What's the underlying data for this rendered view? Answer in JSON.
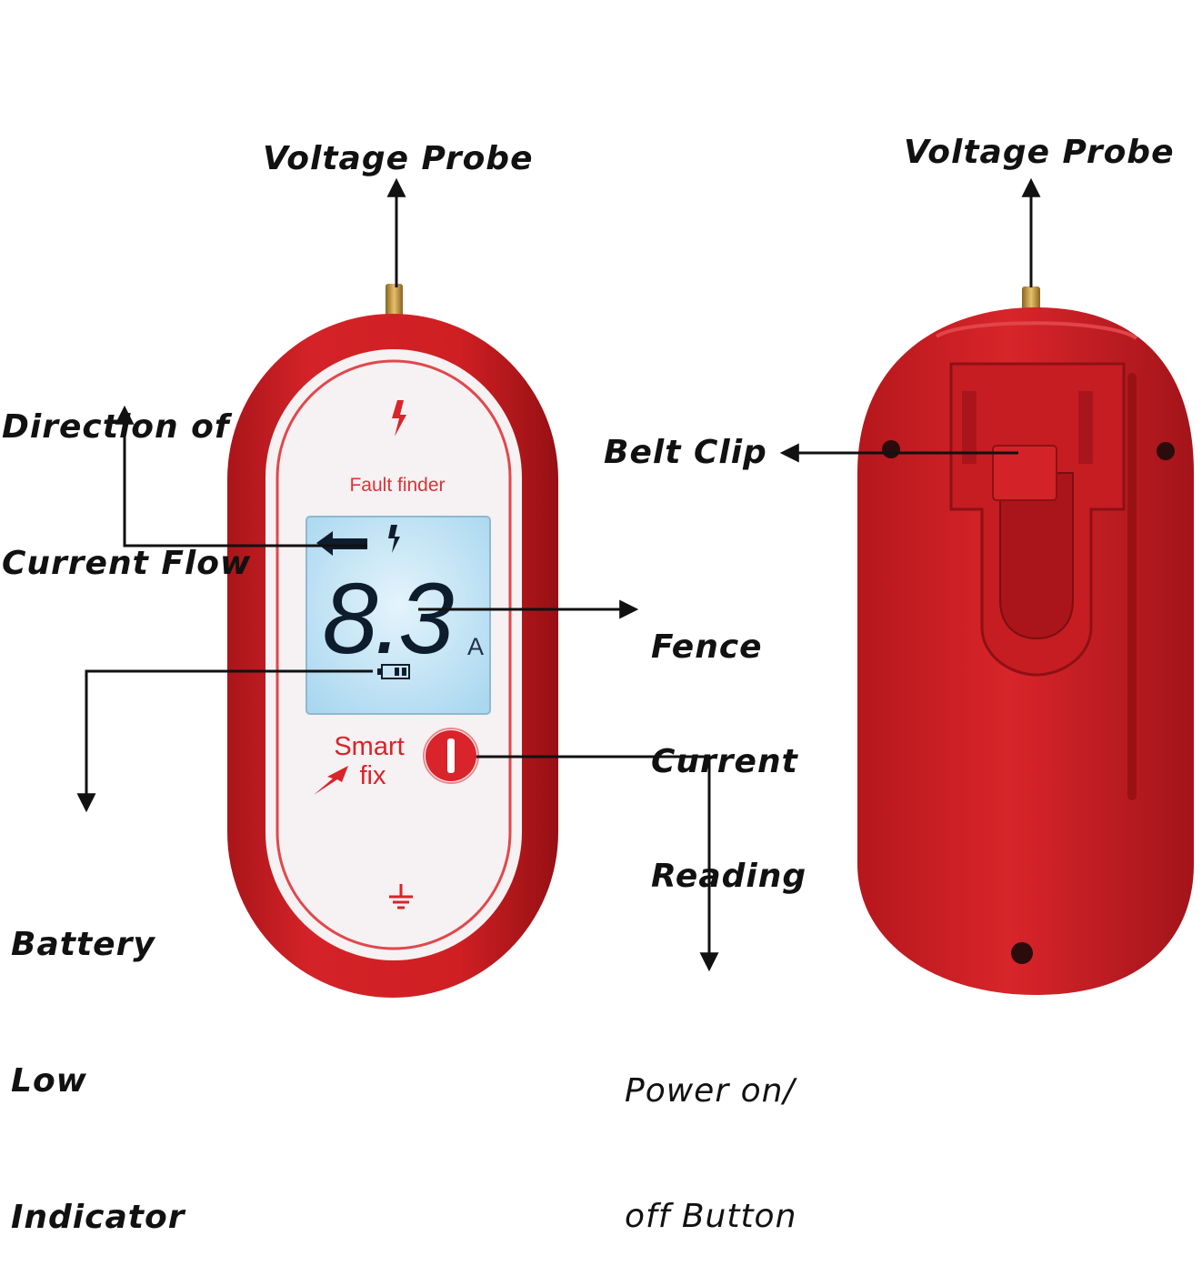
{
  "colors": {
    "body_red": "#cf1f23",
    "body_red_dark": "#9a1114",
    "face_white": "#f6f1f2",
    "trim_red": "#e0484c",
    "lcd_blue": "#bfe3f6",
    "lcd_segment": "#0e1d2e",
    "brass": "#c99a3c",
    "arrow": "#111111"
  },
  "labels": {
    "voltage_probe_front": "Voltage Probe",
    "voltage_probe_back": "Voltage Probe",
    "direction": [
      "Direction of",
      "Current Flow"
    ],
    "fence_current": [
      "Fence",
      "Current",
      "Reading"
    ],
    "battery_low": [
      "Battery",
      "Low",
      "Indicator"
    ],
    "power_button": [
      "Power on/",
      "off Button"
    ],
    "belt_clip": "Belt Clip"
  },
  "device": {
    "brand_text": "Fault finder",
    "reading": "8.3",
    "unit": "A",
    "smart_label": "Smart",
    "fix_label": "fix",
    "top_icon": "lightning-bolt-icon",
    "bottom_icon": "ground-symbol-icon",
    "lcd_icons": [
      "direction-arrow-icon",
      "lightning-bolt-icon",
      "battery-icon"
    ],
    "power_icon": "power-icon"
  }
}
